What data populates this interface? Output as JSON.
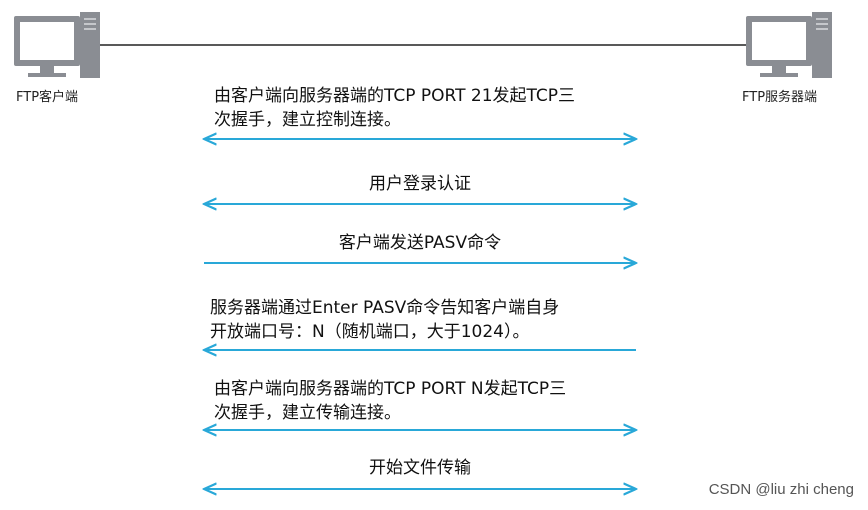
{
  "nodes": {
    "client": {
      "label": "FTP客户端",
      "icon": "computer-icon"
    },
    "server": {
      "label": "FTP服务器端",
      "icon": "computer-icon"
    }
  },
  "arrow_color": "#29a8d8",
  "messages": [
    {
      "text": "由客户端向服务器端的TCP PORT 21发起TCP三\n次握手，建立控制连接。",
      "direction": "both"
    },
    {
      "text": "用户登录认证",
      "direction": "both"
    },
    {
      "text": "客户端发送PASV命令",
      "direction": "right"
    },
    {
      "text": "服务器端通过Enter PASV命令告知客户端自身\n开放端口号：N（随机端口，大于1024）。",
      "direction": "left"
    },
    {
      "text": "由客户端向服务器端的TCP PORT N发起TCP三\n次握手，建立传输连接。",
      "direction": "both"
    },
    {
      "text": "开始文件传输",
      "direction": "both"
    }
  ],
  "watermark": "CSDN @liu zhi cheng"
}
